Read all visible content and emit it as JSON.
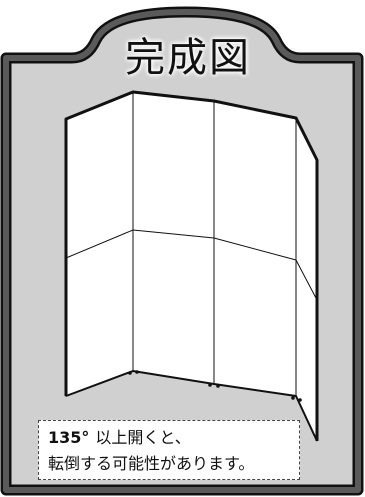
{
  "title": "完成図",
  "caption": {
    "line1_strong": "135°",
    "line1_rest": "以上開くと、",
    "line2": "転倒する可能性があります。"
  },
  "colors": {
    "frame_outline": "#111111",
    "frame_band": "#5a5a5a",
    "frame_fill": "#d0d0d0",
    "panel_fill": "#ffffff",
    "panel_line": "#111111"
  }
}
